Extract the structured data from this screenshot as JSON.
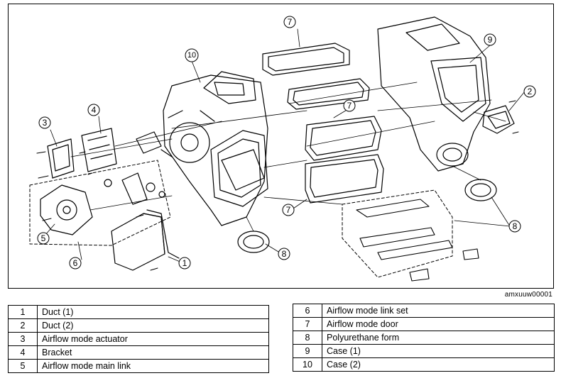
{
  "figure_code": "amxuuw00001",
  "callouts": {
    "c1": "1",
    "c2": "2",
    "c3": "3",
    "c4": "4",
    "c5": "5",
    "c6": "6",
    "c7a": "7",
    "c7b": "7",
    "c7c": "7",
    "c8a": "8",
    "c8b": "8",
    "c9": "9",
    "c10": "10"
  },
  "legend_left": [
    {
      "num": "1",
      "label": "Duct (1)"
    },
    {
      "num": "2",
      "label": "Duct (2)"
    },
    {
      "num": "3",
      "label": "Airflow mode actuator"
    },
    {
      "num": "4",
      "label": "Bracket"
    },
    {
      "num": "5",
      "label": "Airflow mode main link"
    }
  ],
  "legend_right": [
    {
      "num": "6",
      "label": "Airflow mode link set"
    },
    {
      "num": "7",
      "label": "Airflow mode door"
    },
    {
      "num": "8",
      "label": "Polyurethane form"
    },
    {
      "num": "9",
      "label": "Case (1)"
    },
    {
      "num": "10",
      "label": "Case (2)"
    }
  ]
}
